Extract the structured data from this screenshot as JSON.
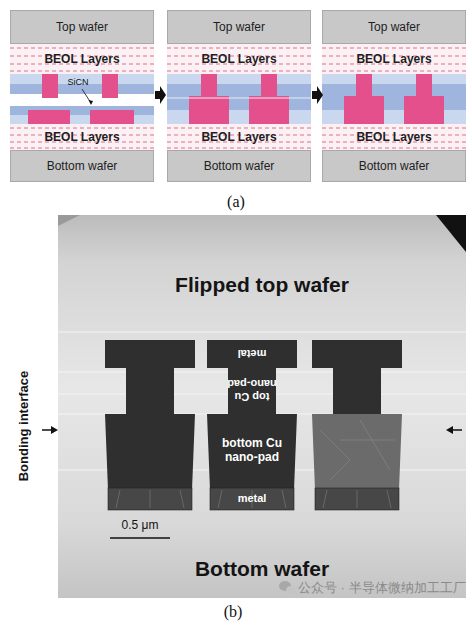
{
  "diagram": {
    "nodes": [
      {
        "text": [
          "Top wafer"
        ]
      },
      {
        "text": [
          "BEOL Layers"
        ]
      },
      {
        "text": [
          "BEOL Layers"
        ]
      },
      {
        "text": [
          "Bottom wafer"
        ]
      },
      {
        "text": [
          "Top wafer"
        ]
      },
      {
        "text": [
          "BEOL Layers"
        ]
      },
      {
        "text": [
          "BEOL Layers"
        ]
      },
      {
        "text": [
          "Bottom wafer"
        ]
      },
      {
        "text": [
          "Top wafer"
        ]
      },
      {
        "text": [
          "BEOL Layers"
        ]
      },
      {
        "text": [
          "BEOL Layers"
        ]
      },
      {
        "text": [
          "Bottom wafer"
        ]
      }
    ],
    "labels": [
      "SiCN",
      "(a)",
      "Flipped top wafer",
      "metal",
      "top Cu nano-pad",
      "bottom Cu nano-pad",
      "metal",
      "Bonding interface",
      "0.5 μm",
      "Bottom wafer",
      "(b)",
      "公众号 · 半导体微纳加工工厂"
    ]
  }
}
